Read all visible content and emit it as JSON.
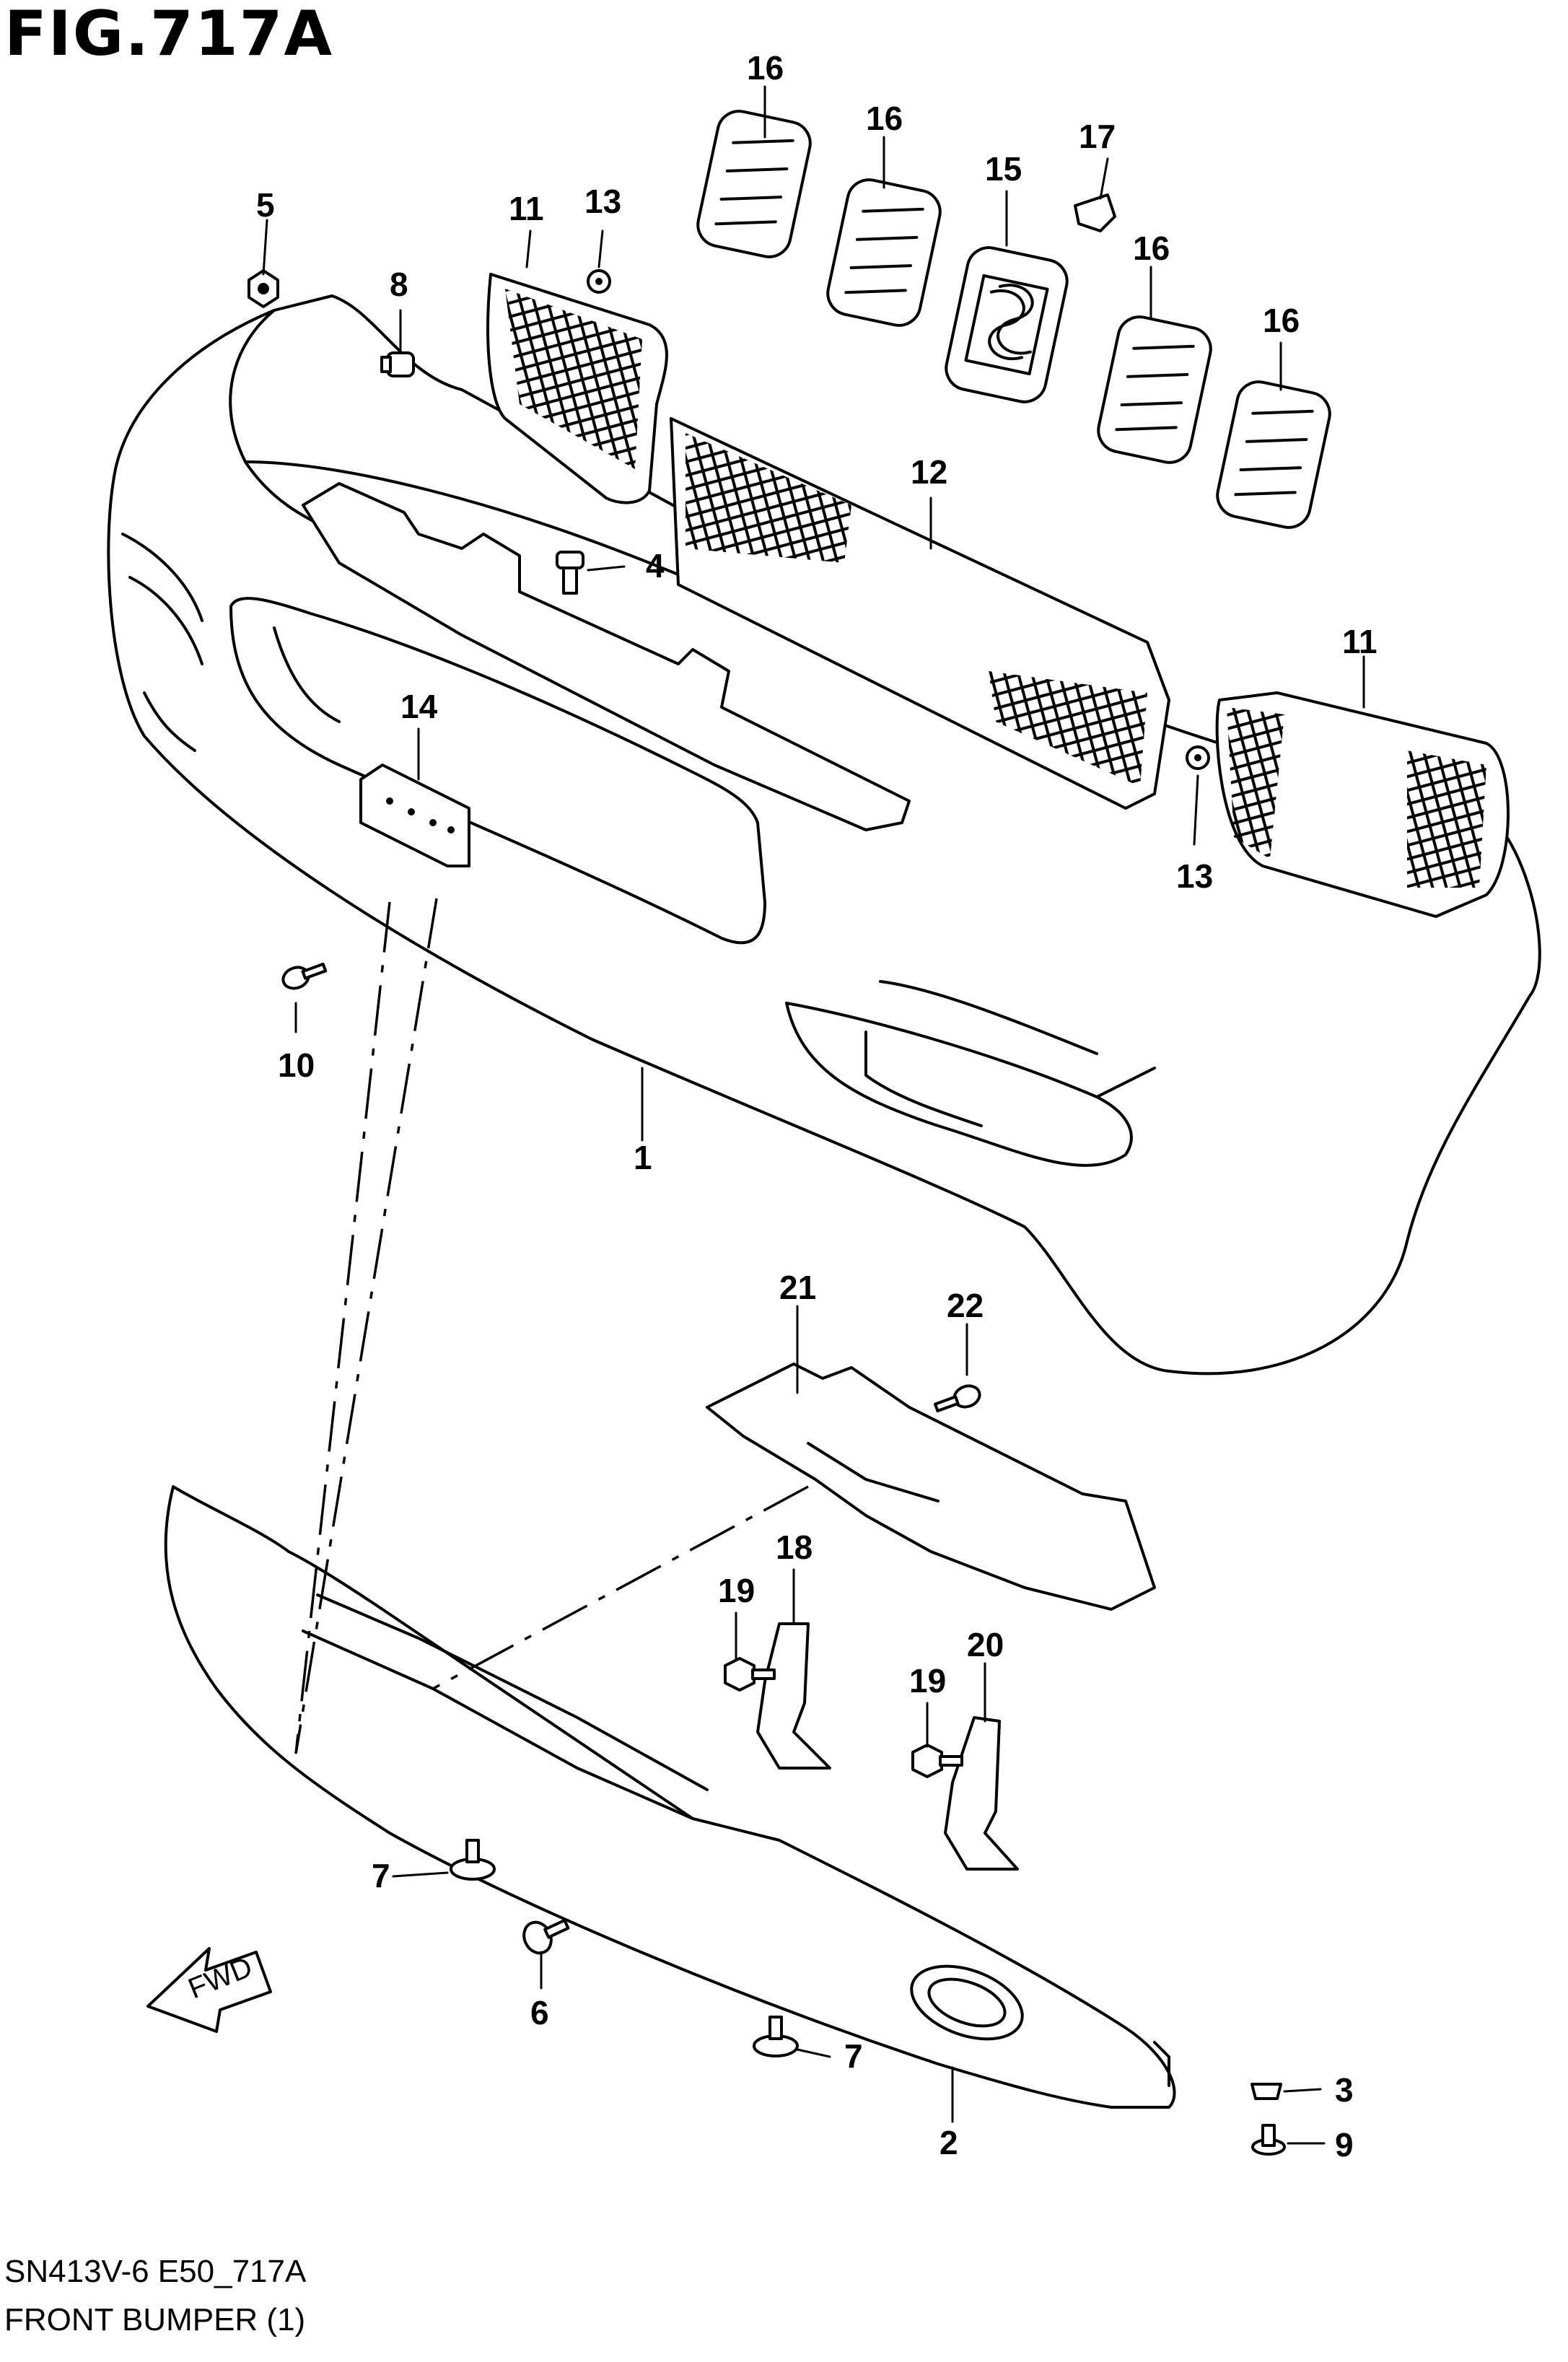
{
  "figure": {
    "title": "FIG.717A",
    "code": "SN413V-6 E50_717A",
    "caption": "FRONT BUMPER (1)"
  },
  "fwd_label": "FWD",
  "callouts": {
    "c1": "1",
    "c2": "2",
    "c3": "3",
    "c4": "4",
    "c5": "5",
    "c6": "6",
    "c7a": "7",
    "c7b": "7",
    "c8": "8",
    "c9": "9",
    "c10": "10",
    "c11a": "11",
    "c11b": "11",
    "c12": "12",
    "c13a": "13",
    "c13b": "13",
    "c14": "14",
    "c15": "15",
    "c16a": "16",
    "c16b": "16",
    "c16c": "16",
    "c16d": "16",
    "c17": "17",
    "c18": "18",
    "c19a": "19",
    "c19b": "19",
    "c20": "20",
    "c21": "21",
    "c22": "22"
  }
}
